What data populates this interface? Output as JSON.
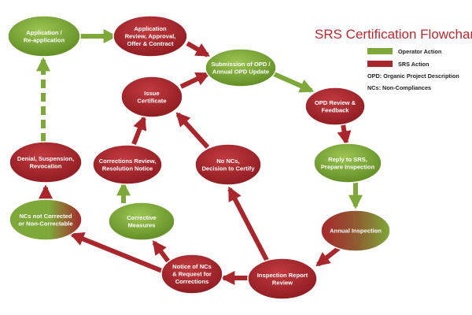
{
  "title": "SRS Certification Flowchart",
  "colors": {
    "operator": "#7ea83a",
    "srs": "#a8262c"
  },
  "legend": {
    "operator": "Operator Action",
    "srs": "SRS Action",
    "opd": "OPD: Organic Project Description",
    "ncs": "NCs: Non-Compliances"
  },
  "nodes": {
    "application": [
      "Application /",
      "Re-application"
    ],
    "review_approval": [
      "Application",
      "Review, Approval,",
      "Offer & Contract"
    ],
    "submission_opd": [
      "Submission of OPD /",
      "Annual OPD Update"
    ],
    "opd_review": [
      "OPD Review &",
      "Feedback"
    ],
    "reply_srs": [
      "Reply to SRS,",
      "Prepare Inspection"
    ],
    "annual_inspection": [
      "Annual Inspection"
    ],
    "inspection_report": [
      "Inspection Report",
      "Review"
    ],
    "notice_ncs": [
      "Notice of NCs",
      "& Request for",
      "Corrections"
    ],
    "corrective_measures": [
      "Corrective",
      "Measures"
    ],
    "corrections_review": [
      "Corrections Review,",
      "Resolution Notice"
    ],
    "issue_certificate": [
      "Issue",
      "Certificate"
    ],
    "no_ncs": [
      "No NCs,",
      "Decision to Certify"
    ],
    "ncs_not_corrected": [
      "NCs  not Corrected",
      "or Non-Correctable"
    ],
    "denial": [
      "Denial, Suspension,",
      "Revocation"
    ]
  }
}
